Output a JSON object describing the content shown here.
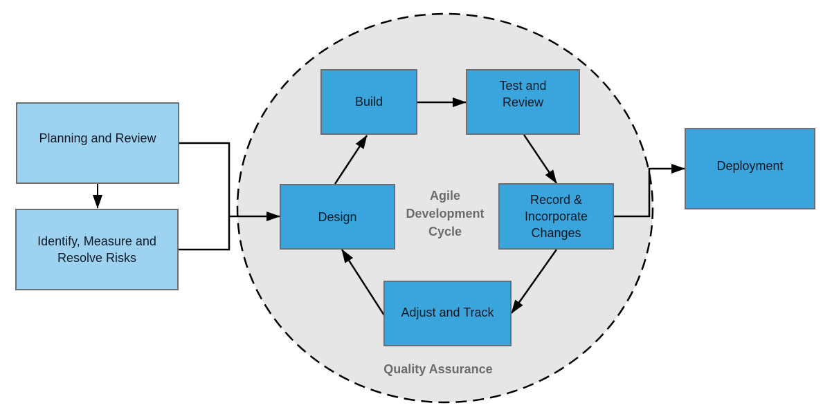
{
  "diagram": {
    "type": "process-flow",
    "cycle_title": "Agile Development Cycle",
    "cycle_title_lines": [
      "Agile",
      "Development",
      "Cycle"
    ],
    "cycle_footer": "Quality Assurance",
    "colors": {
      "outer_box": "#9dd3f1",
      "cycle_box": "#3aa5dd",
      "box_border": "#6b6f73",
      "circle_fill": "#e6e6e6",
      "label_text": "#6b6b6b",
      "arrow": "#000000"
    },
    "nodes": {
      "planning": "Planning and Review",
      "risks_line1": "Identify, Measure and",
      "risks_line2": "Resolve Risks",
      "design": "Design",
      "build": "Build",
      "test_line1": "Test and",
      "test_line2": "Review",
      "record_line1": "Record &",
      "record_line2": "Incorporate",
      "record_line3": "Changes",
      "adjust": "Adjust and Track",
      "deployment": "Deployment"
    },
    "edges": [
      {
        "from": "Planning and Review",
        "to": "Identify, Measure and Resolve Risks"
      },
      {
        "from": "Planning and Review",
        "to": "Design"
      },
      {
        "from": "Identify, Measure and Resolve Risks",
        "to": "Design"
      },
      {
        "from": "Design",
        "to": "Build"
      },
      {
        "from": "Build",
        "to": "Test and Review"
      },
      {
        "from": "Test and Review",
        "to": "Record & Incorporate Changes"
      },
      {
        "from": "Record & Incorporate Changes",
        "to": "Adjust and Track"
      },
      {
        "from": "Adjust and Track",
        "to": "Design"
      },
      {
        "from": "Record & Incorporate Changes",
        "to": "Deployment"
      }
    ]
  }
}
